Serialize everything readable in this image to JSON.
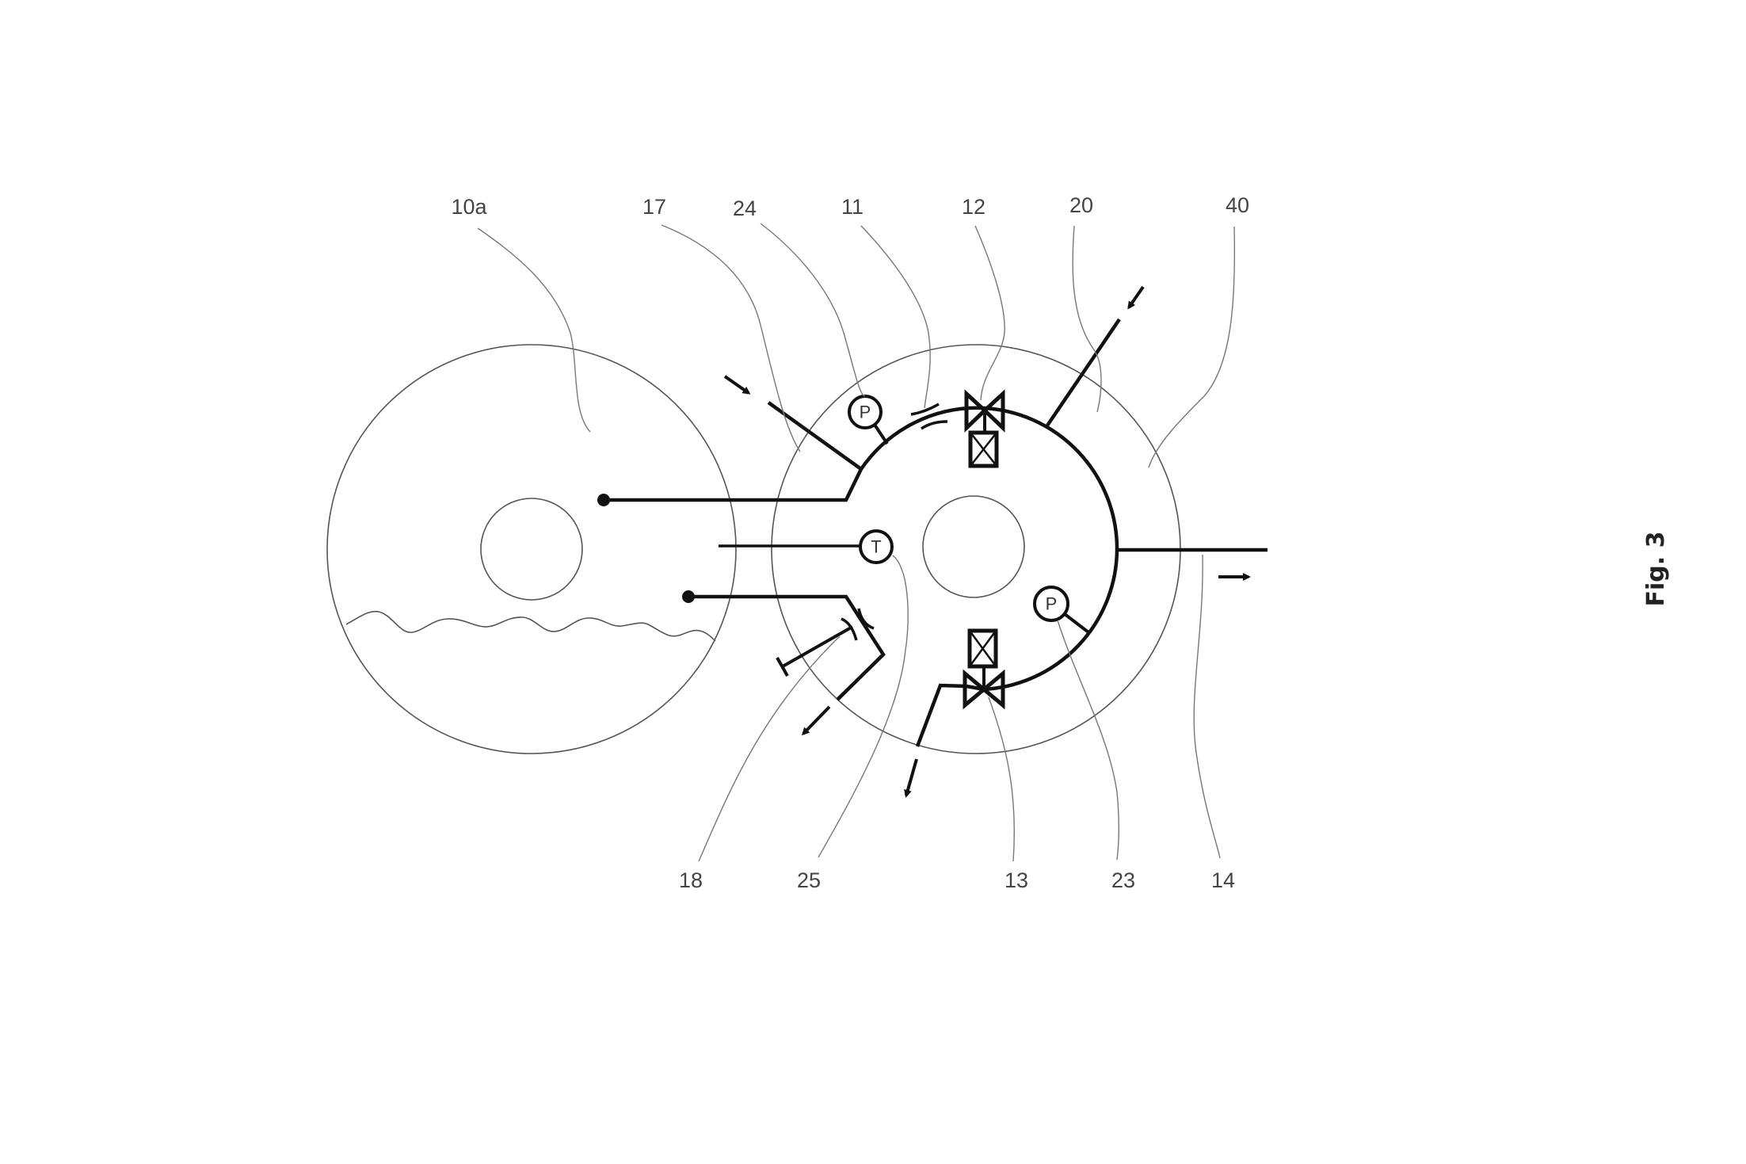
{
  "figure": {
    "caption": "Fig. 3",
    "type": "schematic"
  },
  "reference_labels": {
    "tank": "10a",
    "inlet_line": "17",
    "pressure_sensor_upper": "24",
    "orifice_upper": "11",
    "valve_upper": "12",
    "inlet_line_right": "20",
    "outer_vessel": "40",
    "regulator": "18",
    "temperature_sensor": "25",
    "valve_lower": "13",
    "pressure_sensor_lower": "23",
    "outlet_line": "14"
  },
  "instrument_glyphs": {
    "pressure_upper": "P",
    "temperature": "T",
    "pressure_lower": "P"
  },
  "colors": {
    "line_dark": "#111111",
    "line_thin": "#555555",
    "label_text": "#444444",
    "background": "#ffffff"
  }
}
